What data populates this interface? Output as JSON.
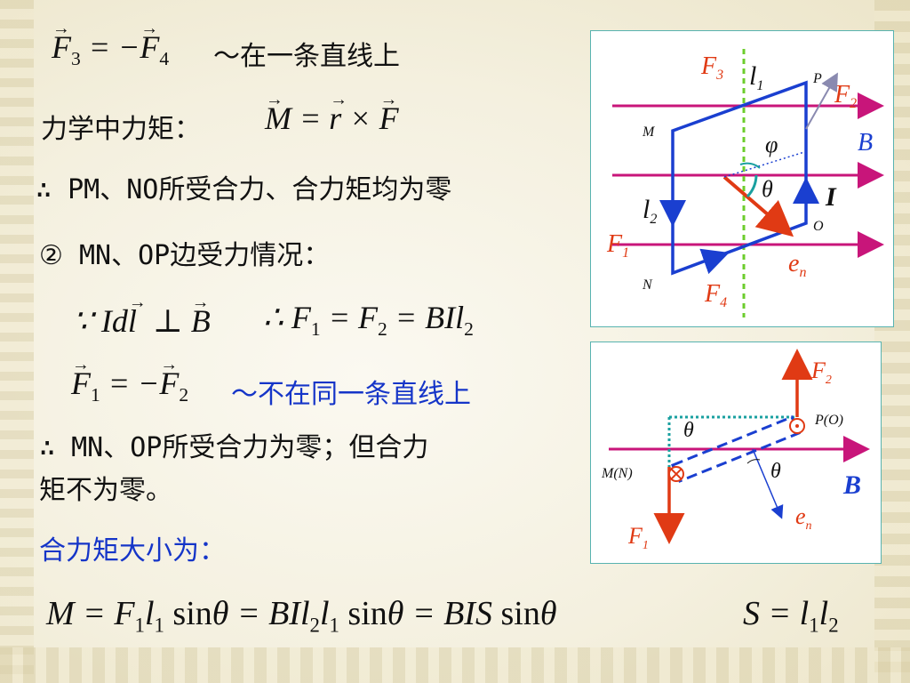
{
  "lines": {
    "l1_math": "F₃ = −F₄",
    "l1_text": "～在一条直线上",
    "l2_text": "力学中力矩：",
    "l2_math": "M = r × F",
    "l3_text": "∴ PM、NO所受合力、合力矩均为零",
    "l4_text": "② MN、OP边受力情况：",
    "l5_left": "∵ Idl ⊥ B",
    "l5_right": "∴ F₁ = F₂ = BIl₂",
    "l6_math": "F₁ = −F₂",
    "l6_text": "～不在同一条直线上",
    "l7_text": "∴ MN、OP所受合力为零；但合力",
    "l8_text": "矩不为零。",
    "l9_text": "合力矩大小为：",
    "l10_main": "M = F₁l₁ sinθ = BIl₂l₁ sinθ = BIS sinθ",
    "l10_side": "S = l₁l₂"
  },
  "diagram1": {
    "labels": {
      "F3": "F",
      "F3sub": "3",
      "l1": "l",
      "l1sub": "1",
      "P": "P",
      "F2": "F",
      "F2sub": "2",
      "M": "M",
      "B": "B",
      "phi": "φ",
      "theta": "θ",
      "I": "I",
      "l2": "l",
      "l2sub": "2",
      "O": "O",
      "F1": "F",
      "F1sub": "1",
      "en": "e",
      "ensub": "n",
      "N": "N",
      "F4": "F",
      "F4sub": "4"
    }
  },
  "diagram2": {
    "labels": {
      "F2": "F",
      "F2sub": "2",
      "PO": "P(O)",
      "theta1": "θ",
      "MN": "M(N)",
      "theta2": "θ",
      "B": "B",
      "en": "e",
      "ensub": "n",
      "F1": "F",
      "F1sub": "1"
    }
  },
  "colors": {
    "field_line": "#c8157a",
    "loop": "#1a3fd0",
    "force": "#e03a14",
    "axis_dashed": "#6ccd2c",
    "panel_border": "#58b3b0"
  }
}
